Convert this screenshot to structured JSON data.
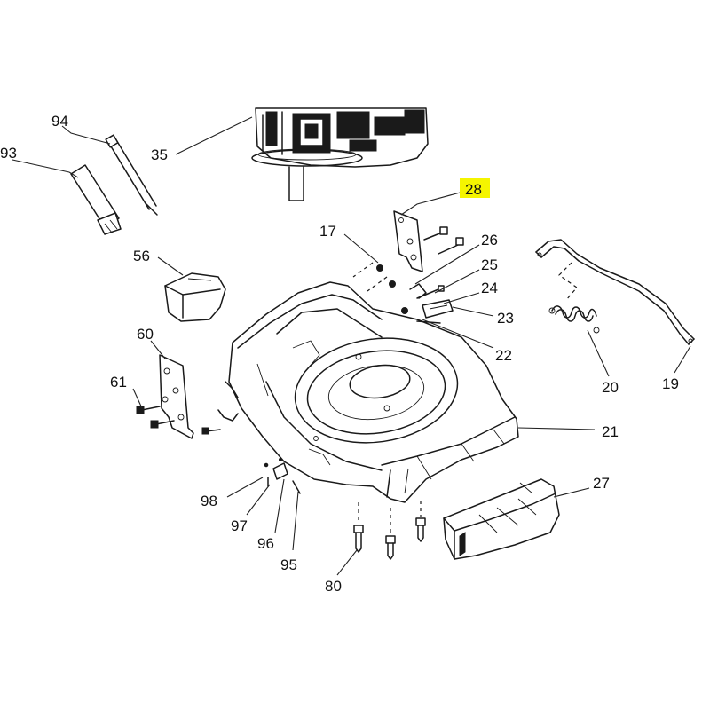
{
  "diagram": {
    "highlight_color": "#f5f500",
    "callouts": [
      {
        "id": "93",
        "label": "93"
      },
      {
        "id": "94",
        "label": "94"
      },
      {
        "id": "35",
        "label": "35"
      },
      {
        "id": "28",
        "label": "28",
        "highlighted": true
      },
      {
        "id": "17",
        "label": "17"
      },
      {
        "id": "26",
        "label": "26"
      },
      {
        "id": "25",
        "label": "25"
      },
      {
        "id": "24",
        "label": "24"
      },
      {
        "id": "23",
        "label": "23"
      },
      {
        "id": "22",
        "label": "22"
      },
      {
        "id": "56",
        "label": "56"
      },
      {
        "id": "60",
        "label": "60"
      },
      {
        "id": "61",
        "label": "61"
      },
      {
        "id": "21",
        "label": "21"
      },
      {
        "id": "20",
        "label": "20"
      },
      {
        "id": "19",
        "label": "19"
      },
      {
        "id": "27",
        "label": "27"
      },
      {
        "id": "98",
        "label": "98"
      },
      {
        "id": "97",
        "label": "97"
      },
      {
        "id": "96",
        "label": "96"
      },
      {
        "id": "95",
        "label": "95"
      },
      {
        "id": "80",
        "label": "80"
      }
    ]
  }
}
